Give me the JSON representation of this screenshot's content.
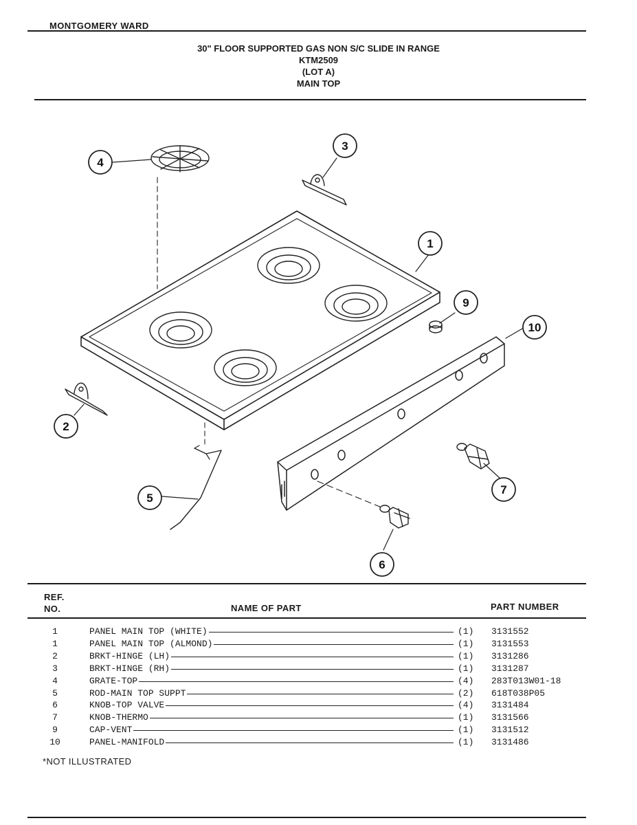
{
  "brand": "MONTGOMERY WARD",
  "header": {
    "line1": "30\" FLOOR SUPPORTED GAS NON S/C SLIDE IN RANGE",
    "line2": "KTM2509",
    "line3": "(LOT A)",
    "line4": "MAIN TOP"
  },
  "callouts": [
    "1",
    "2",
    "3",
    "4",
    "5",
    "6",
    "7",
    "9",
    "10"
  ],
  "table": {
    "col_ref_line1": "REF.",
    "col_ref_line2": "NO.",
    "col_name": "NAME OF PART",
    "col_part": "PART NUMBER",
    "rows": [
      {
        "ref": "1",
        "name": "PANEL MAIN TOP (WHITE)",
        "qty": "(1)",
        "part": "3131552"
      },
      {
        "ref": "1",
        "name": "PANEL MAIN TOP (ALMOND)",
        "qty": "(1)",
        "part": "3131553"
      },
      {
        "ref": "2",
        "name": "BRKT-HINGE (LH)",
        "qty": "(1)",
        "part": "3131286"
      },
      {
        "ref": "3",
        "name": "BRKT-HINGE (RH)",
        "qty": "(1)",
        "part": "3131287"
      },
      {
        "ref": "4",
        "name": "GRATE-TOP",
        "qty": "(4)",
        "part": "283T013W01-18"
      },
      {
        "ref": "5",
        "name": "ROD-MAIN TOP SUPPT",
        "qty": "(2)",
        "part": "618T038P05"
      },
      {
        "ref": "6",
        "name": "KNOB-TOP VALVE",
        "qty": "(4)",
        "part": "3131484"
      },
      {
        "ref": "7",
        "name": "KNOB-THERMO",
        "qty": "(1)",
        "part": "3131566"
      },
      {
        "ref": "9",
        "name": "CAP-VENT",
        "qty": "(1)",
        "part": "3131512"
      },
      {
        "ref": "10",
        "name": "PANEL-MANIFOLD",
        "qty": "(1)",
        "part": "3131486"
      }
    ]
  },
  "note": "*NOT ILLUSTRATED"
}
